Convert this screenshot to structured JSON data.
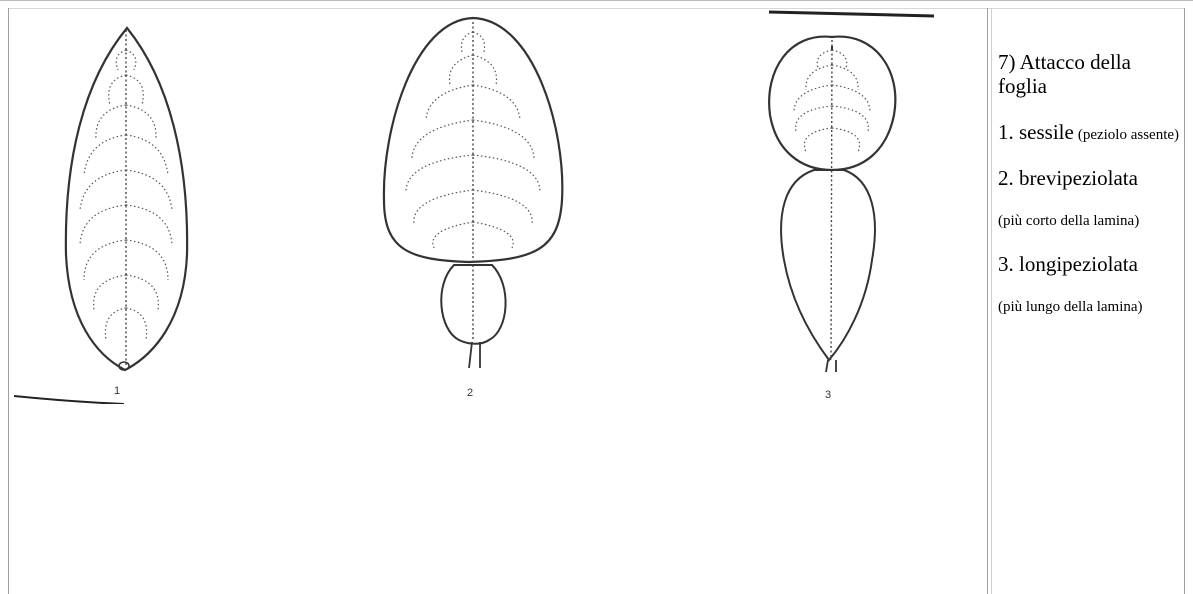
{
  "figure": {
    "leaf_labels": [
      "1",
      "2",
      "3"
    ]
  },
  "caption": {
    "heading": "7) Attacco della foglia",
    "items": [
      {
        "number_label": "1. sessile",
        "note": "(peziolo assente)"
      },
      {
        "number_label": "2. brevipeziolata",
        "note": "(più corto della lamina)"
      },
      {
        "number_label": "3. longipeziolata",
        "note": "(più lungo della lamina)"
      }
    ]
  }
}
